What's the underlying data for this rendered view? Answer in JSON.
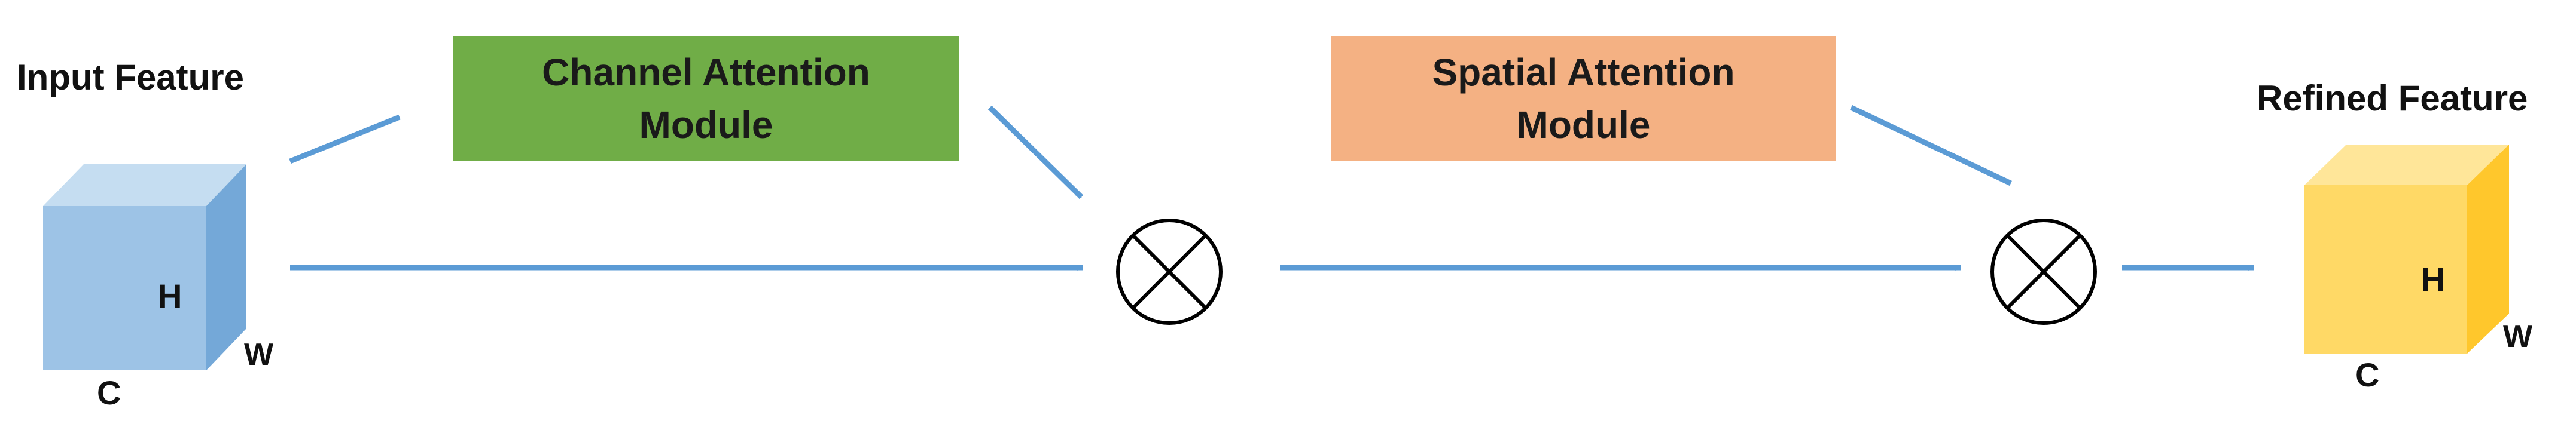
{
  "input": {
    "title": "Input Feature",
    "h_label": "H",
    "w_label": "W",
    "c_label": "C"
  },
  "channel_module": {
    "line1": "Channel Attention",
    "line2": "Module"
  },
  "spatial_module": {
    "line1": "Spatial Attention",
    "line2": "Module"
  },
  "output": {
    "title": "Refined Feature",
    "h_label": "H",
    "w_label": "W",
    "c_label": "C"
  },
  "colors": {
    "arrow": "#5b9bd5",
    "channel_box": "#70ad47",
    "spatial_box": "#f4b183",
    "input_cube_front": "#9dc3e6",
    "input_cube_top": "#c5ddf1",
    "input_cube_side": "#74a8d8",
    "output_cube_front": "#ffd966",
    "output_cube_top": "#ffe699",
    "output_cube_side": "#ffc72c"
  }
}
